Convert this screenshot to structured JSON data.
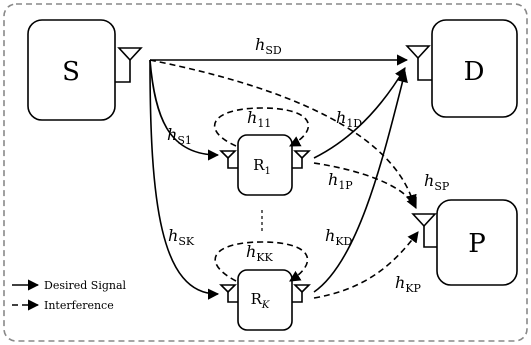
{
  "nodes": {
    "source": "S",
    "destination": "D",
    "primary": "P",
    "relay1": {
      "main": "R",
      "sub": "1"
    },
    "relayK": {
      "main": "R",
      "sub": "K"
    }
  },
  "channels": {
    "hSD": {
      "main": "h",
      "sub": "SD"
    },
    "hS1": {
      "main": "h",
      "sub": "S1"
    },
    "h11": {
      "main": "h",
      "sub": "11"
    },
    "h1D": {
      "main": "h",
      "sub": "1D"
    },
    "h1P": {
      "main": "h",
      "sub": "1P"
    },
    "hSP": {
      "main": "h",
      "sub": "SP"
    },
    "hSK": {
      "main": "h",
      "sub": "SK"
    },
    "hKK": {
      "main": "h",
      "sub": "KK"
    },
    "hKD": {
      "main": "h",
      "sub": "KD"
    },
    "hKP": {
      "main": "h",
      "sub": "KP"
    }
  },
  "legend": {
    "desired": "Desired Signal",
    "interference": "Interference"
  }
}
